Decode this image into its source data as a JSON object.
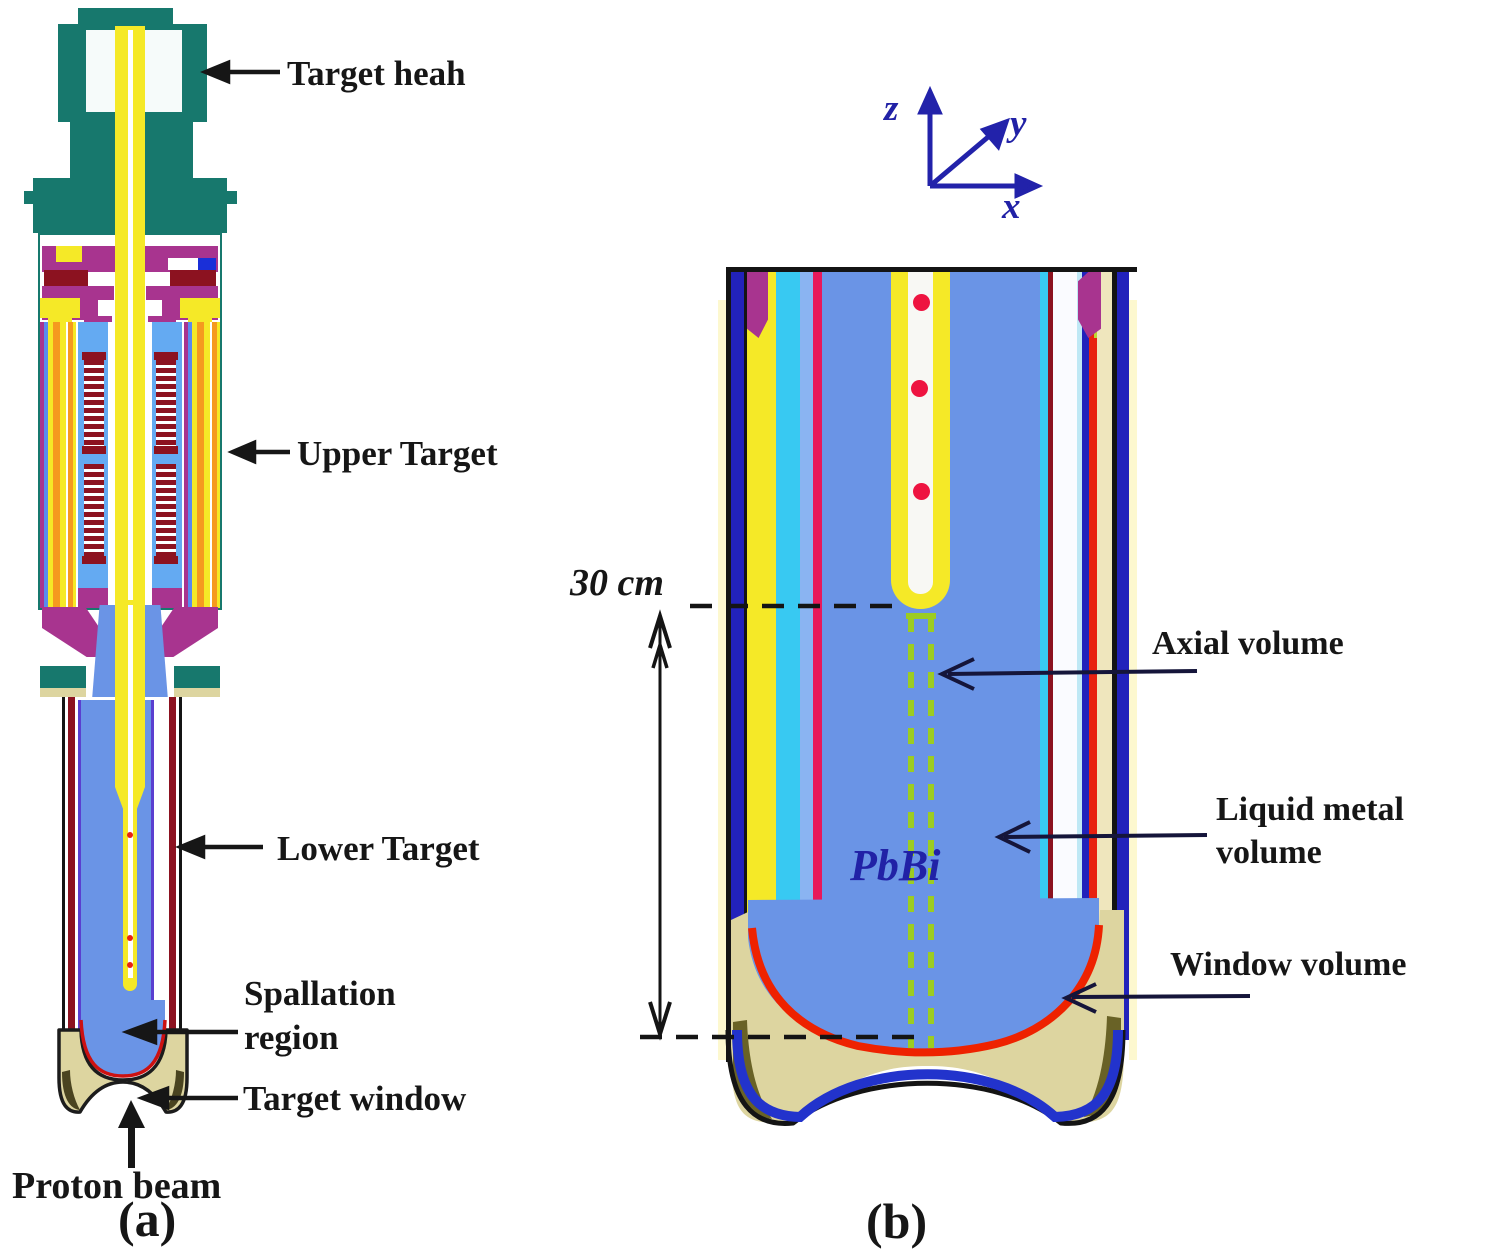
{
  "figure": {
    "panel_a": {
      "caption": "(a)",
      "labels": {
        "target_head": "Target heah",
        "upper_target": "Upper Target",
        "lower_target": "Lower Target",
        "spallation_line1": "Spallation",
        "spallation_line2": "region",
        "target_window": "Target window",
        "proton_beam": "Proton beam"
      }
    },
    "panel_b": {
      "caption": "(b)",
      "dimension_label": "30 cm",
      "material_label": "PbBi",
      "axis_z": "z",
      "axis_y": "y",
      "axis_x": "x",
      "labels": {
        "axial_volume": "Axial volume",
        "liquid_metal_line1": "Liquid metal",
        "liquid_metal_line2": "volume",
        "window_volume": "Window volume"
      }
    }
  },
  "colors": {
    "teal": "#17786d",
    "yellow": "#f5e927",
    "orange": "#f59a1f",
    "magenta": "#a8348f",
    "maroon": "#8c1220",
    "blue-main": "#6a94e6",
    "blue-light": "#64aaf2",
    "cyan": "#38c9f2",
    "navy": "#2222bb",
    "navy-text": "#2121a6",
    "crimson": "#e8185a",
    "red": "#e82210",
    "green-dash": "#9ccc22",
    "khaki": "#ddd5a0",
    "olive": "#5c5518",
    "cream": "#efe6bd",
    "pale-yellow": "#fdf8cf",
    "violet": "#5a3fd0",
    "ink": "#141414"
  }
}
